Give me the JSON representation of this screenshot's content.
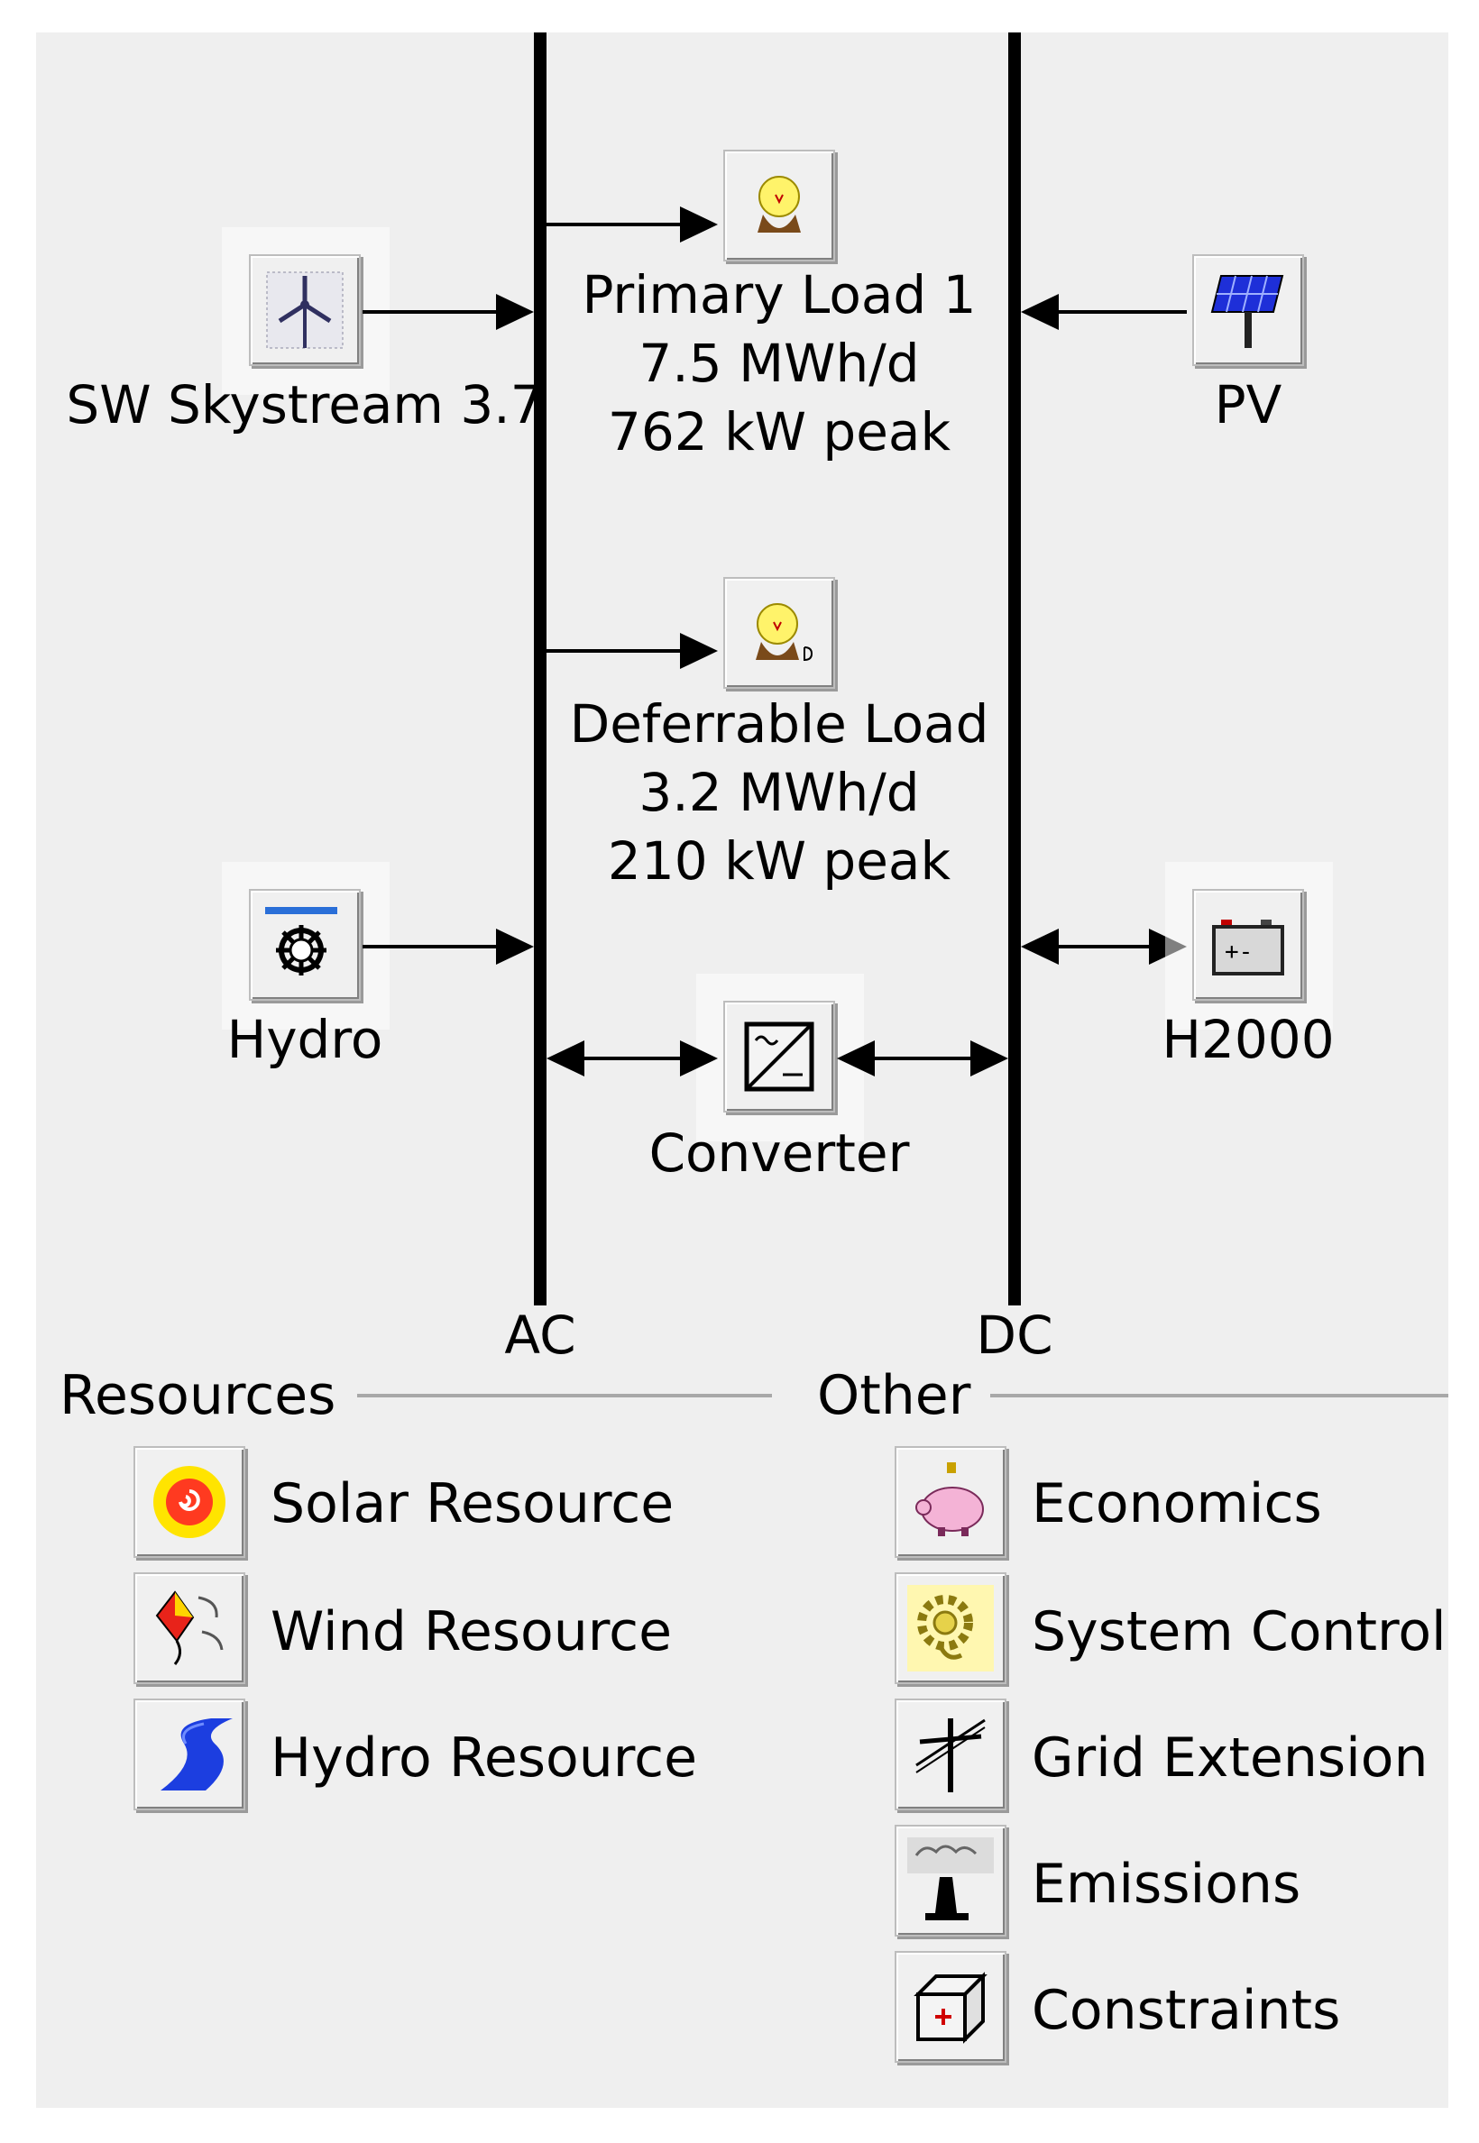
{
  "buses": {
    "ac": "AC",
    "dc": "DC"
  },
  "components": {
    "wind": {
      "name": "SW Skystream 3.7"
    },
    "pv": {
      "name": "PV"
    },
    "hydro": {
      "name": "Hydro"
    },
    "battery": {
      "name": "H2000"
    },
    "converter": {
      "name": "Converter"
    },
    "primary_load": {
      "name": "Primary Load 1",
      "energy": "7.5 MWh/d",
      "peak": "762 kW peak"
    },
    "deferrable_load": {
      "name": "Deferrable Load",
      "energy": "3.2 MWh/d",
      "peak": "210 kW peak"
    }
  },
  "resources": {
    "header": "Resources",
    "items": [
      {
        "label": "Solar Resource",
        "icon": "sun-icon"
      },
      {
        "label": "Wind Resource",
        "icon": "kite-icon"
      },
      {
        "label": "Hydro Resource",
        "icon": "river-icon"
      }
    ]
  },
  "other": {
    "header": "Other",
    "items": [
      {
        "label": "Economics",
        "icon": "piggy-bank-icon"
      },
      {
        "label": "System Control",
        "icon": "gear-bulb-icon"
      },
      {
        "label": "Grid Extension",
        "icon": "power-pole-icon"
      },
      {
        "label": "Emissions",
        "icon": "smokestack-icon"
      },
      {
        "label": "Constraints",
        "icon": "cube-icon"
      }
    ]
  },
  "colors": {
    "panel": "#efefef",
    "bus": "#000000",
    "separator": "#a8a8a8"
  }
}
